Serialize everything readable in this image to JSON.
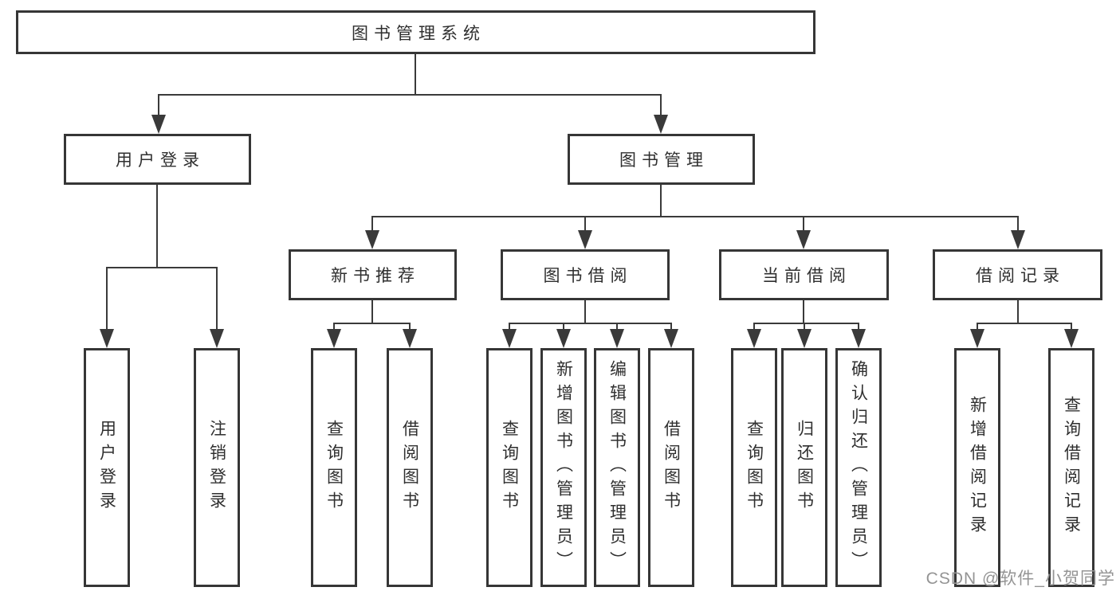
{
  "colors": {
    "border": "#363636",
    "line": "#3a3a3a",
    "text": "#2f2f2f",
    "watermark": "#949494"
  },
  "watermark": "CSDN @软件_小贺同学",
  "diagram": {
    "type": "hierarchy-tree",
    "root": {
      "label": "图书管理系统"
    },
    "branches": [
      {
        "label": "用户登录",
        "children": [
          {
            "label": "用户登录"
          },
          {
            "label": "注销登录"
          }
        ]
      },
      {
        "label": "图书管理",
        "children": [
          {
            "label": "新书推荐",
            "children": [
              {
                "label": "查询图书"
              },
              {
                "label": "借阅图书"
              }
            ]
          },
          {
            "label": "图书借阅",
            "children": [
              {
                "label": "查询图书"
              },
              {
                "label": "新增图书（管理员）"
              },
              {
                "label": "编辑图书（管理员）"
              },
              {
                "label": "借阅图书"
              }
            ]
          },
          {
            "label": "当前借阅",
            "children": [
              {
                "label": "查询图书"
              },
              {
                "label": "归还图书"
              },
              {
                "label": "确认归还（管理员）"
              }
            ]
          },
          {
            "label": "借阅记录",
            "children": [
              {
                "label": "新增借阅记录"
              },
              {
                "label": "查询借阅记录"
              }
            ]
          }
        ]
      }
    ]
  }
}
